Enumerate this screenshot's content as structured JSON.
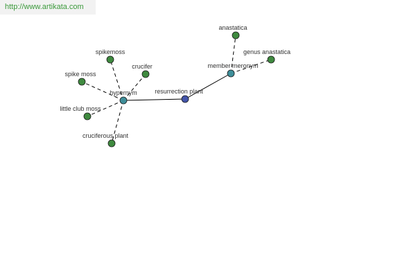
{
  "header": {
    "url": "http://www.artikata.com"
  },
  "colors": {
    "center_node": "#4455aa",
    "relation_node": "#3f8f9a",
    "leaf_node": "#3f8a3f",
    "edge": "#000000",
    "url_text": "#3c9a3c"
  },
  "graph": {
    "center": {
      "id": "resurrection-plant",
      "label": "resurrection plant"
    },
    "relations": [
      {
        "id": "hypernym",
        "label": "hypernym",
        "children": [
          {
            "id": "spikemoss",
            "label": "spikemoss"
          },
          {
            "id": "crucifer",
            "label": "crucifer"
          },
          {
            "id": "spike-moss",
            "label": "spike moss"
          },
          {
            "id": "little-club-moss",
            "label": "little club moss"
          },
          {
            "id": "cruciferous-plant",
            "label": "cruciferous plant"
          }
        ]
      },
      {
        "id": "member-meronym",
        "label": "member meronym",
        "children": [
          {
            "id": "anastatica",
            "label": "anastatica"
          },
          {
            "id": "genus-anastatica",
            "label": "genus anastatica"
          }
        ]
      }
    ]
  }
}
